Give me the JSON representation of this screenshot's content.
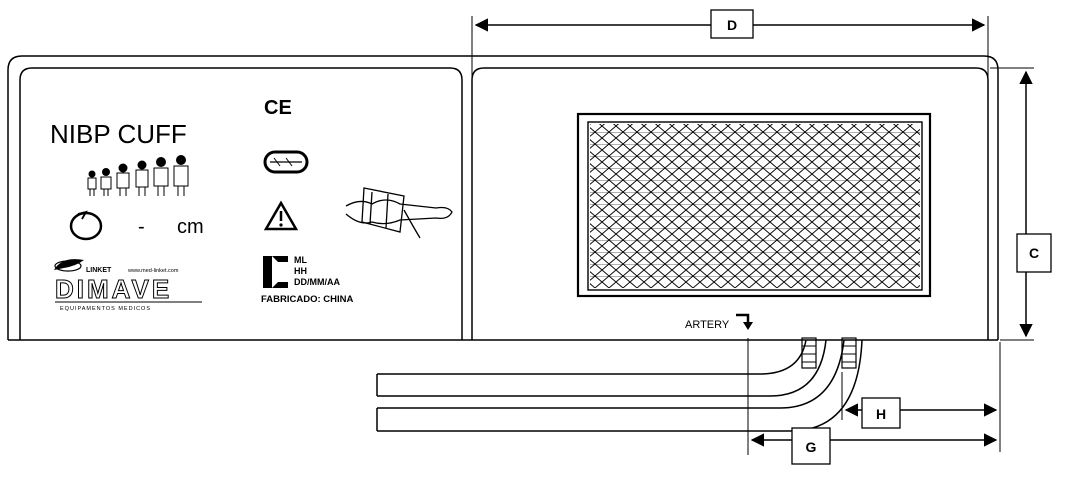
{
  "left_panel": {
    "title": "NIBP CUFF",
    "size_dash": "-",
    "size_unit": "cm",
    "brand_small": "LINKET",
    "brand_url": "www.med-linket.com",
    "brand_logo_text": "DIMAVE",
    "brand_tagline": "EQUIPAMENTOS MEDICOS",
    "ce_mark": "CE",
    "label_lines": [
      "ML",
      "HH",
      "DD/MM/AA"
    ],
    "made_in": "FABRICADO: CHINA"
  },
  "right_panel": {
    "artery_label": "ARTERY"
  },
  "dimensions": {
    "d": "D",
    "c": "C",
    "h": "H",
    "g": "G"
  },
  "colors": {
    "line": "#000000",
    "background": "#ffffff"
  },
  "icons": [
    "family-sizes-icon",
    "circumference-icon",
    "ce-mark-icon",
    "latex-free-icon",
    "warning-icon",
    "arm-application-icon",
    "manufacturer-icon",
    "artery-arrow-icon"
  ]
}
